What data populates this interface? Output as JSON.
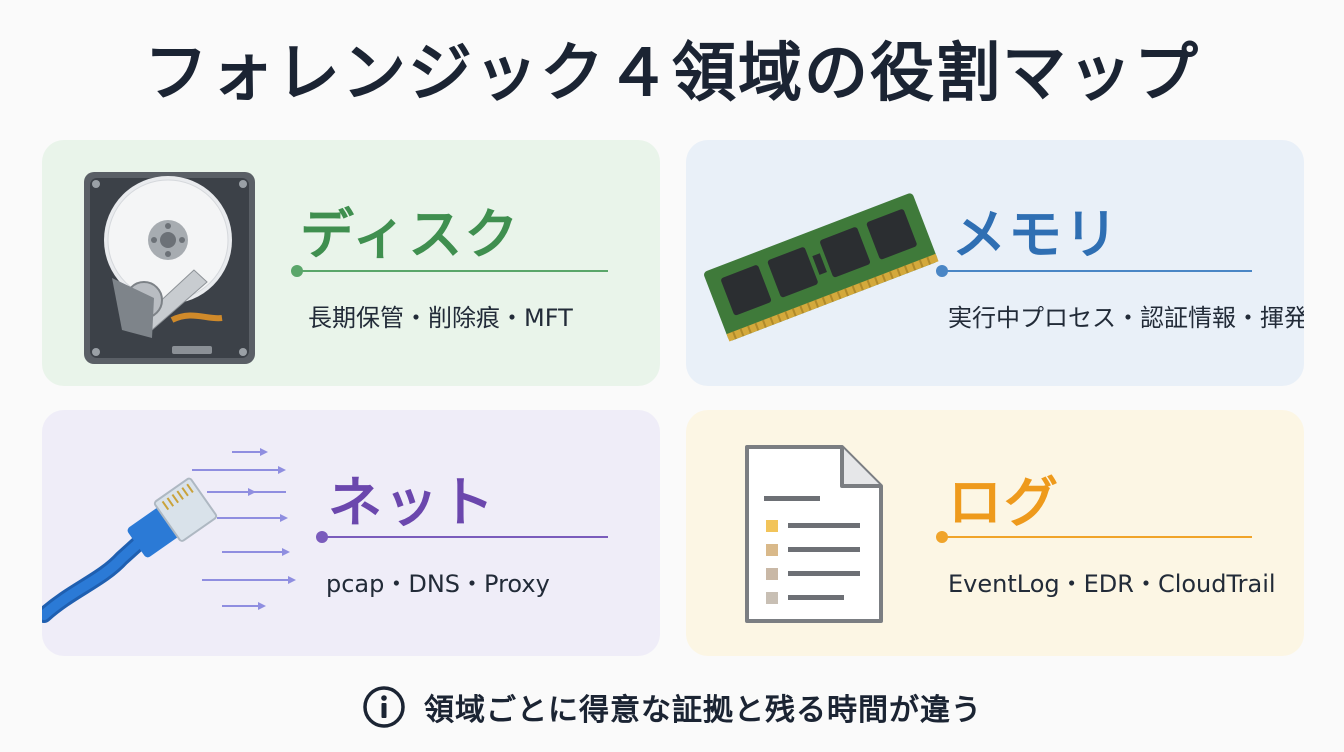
{
  "title": "フォレンジック４領域の役割マップ",
  "cards": [
    {
      "heading": "ディスク",
      "items": "長期保管・削除痕・MFT",
      "icon": "hard-disk-icon",
      "color": "#3f8f4f"
    },
    {
      "heading": "メモリ",
      "items": "実行中プロセス・認証情報・揮発性",
      "icon": "memory-module-icon",
      "color": "#2f6fb3"
    },
    {
      "heading": "ネット",
      "items": "pcap・DNS・Proxy",
      "icon": "ethernet-cable-icon",
      "color": "#6b47ad"
    },
    {
      "heading": "ログ",
      "items": "EventLog・EDR・CloudTrail",
      "icon": "log-document-icon",
      "color": "#ee9a1c"
    }
  ],
  "footer": {
    "icon": "info-icon",
    "note": "領域ごとに得意な証拠と残る時間が違う"
  }
}
